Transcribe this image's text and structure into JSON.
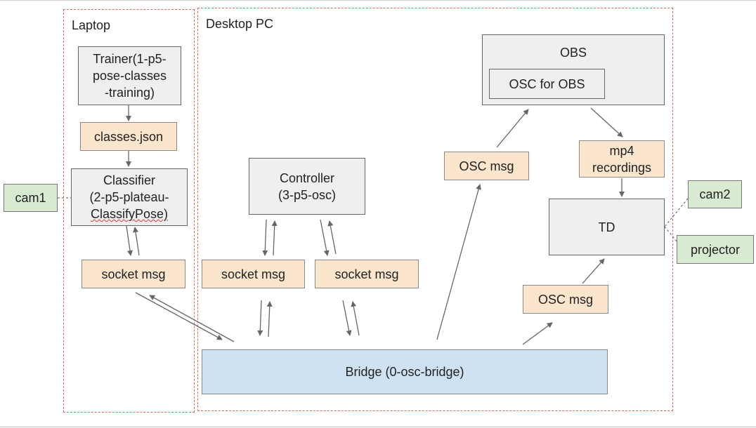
{
  "groups": {
    "laptop": {
      "label": "Laptop"
    },
    "desktop": {
      "label": "Desktop PC"
    }
  },
  "nodes": {
    "trainer": "Trainer(1-p5-\npose-classes\n-training)",
    "classes_json": "classes.json",
    "classifier_line1": "Classifier",
    "classifier_line2": "(2-p5-plateau-",
    "classifier_line3": "ClassifyPose)",
    "cam1": "cam1",
    "socket_msg_laptop": "socket msg",
    "controller": "Controller\n(3-p5-osc)",
    "socket_msg_left": "socket msg",
    "socket_msg_right": "socket msg",
    "osc_msg_obs": "OSC msg",
    "obs": "OBS",
    "osc_for_obs": "OSC for OBS",
    "mp4": "mp4\nrecordings",
    "td": "TD",
    "cam2": "cam2",
    "projector": "projector",
    "osc_msg_td": "OSC msg",
    "bridge": "Bridge (0-osc-bridge)"
  },
  "colors": {
    "process": "#efefef",
    "message": "#fce5cd",
    "device": "#d9ead3",
    "bridge": "#cfe2f3",
    "group_border": "#e06666",
    "arrow": "#666666"
  }
}
